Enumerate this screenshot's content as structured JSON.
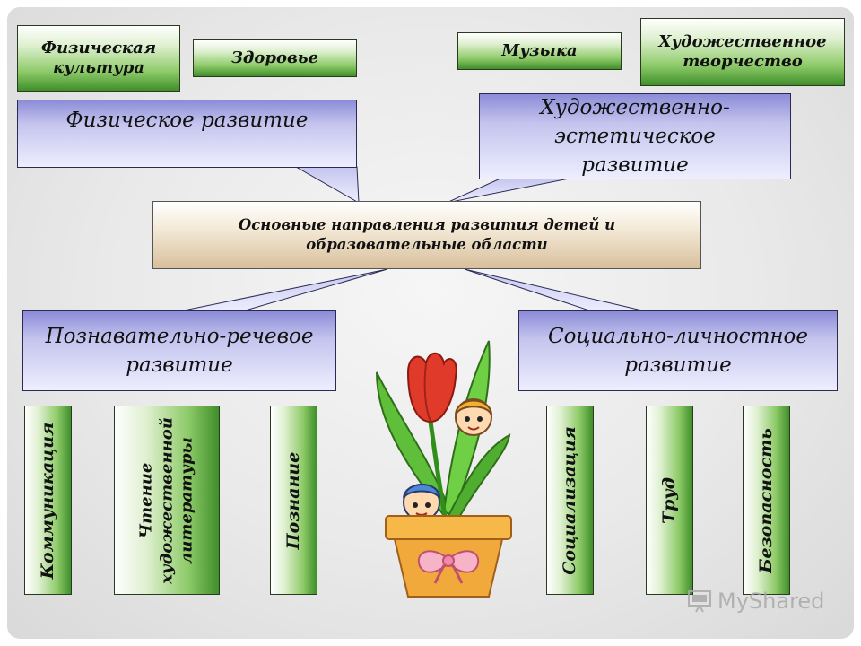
{
  "top_boxes": {
    "phys_culture": "Физическая культура",
    "health": "Здоровье",
    "music": "Музыка",
    "art_creativity": "Художественное творчество"
  },
  "callouts": {
    "physical": "Физическое развитие",
    "aesthetic": "Художественно-эстетическое развитие",
    "cognitive": "Познавательно-речевое развитие",
    "social": "Социально-личностное развитие"
  },
  "center": "Основные направления развития детей и образовательные области",
  "bottom_boxes": {
    "communication": "Коммуникация",
    "reading": "Чтение художественной литературы",
    "cognition": "Познание",
    "socialization": "Социализация",
    "labor": "Труд",
    "safety": "Безопасность"
  },
  "watermark": "MyShared",
  "colors": {
    "green_dark": "#3f8f2a",
    "blue_dark": "#8c8cd8",
    "center_tan": "#d8bf9c",
    "flower_red": "#e03a2a",
    "pot_orange": "#f2a93b"
  }
}
